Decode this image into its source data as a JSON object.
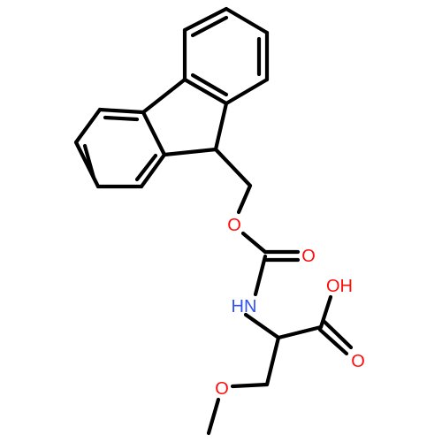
{
  "molecule": {
    "atoms": [
      {
        "id": "O_ester",
        "text": "O",
        "color": "#ff0d0d"
      },
      {
        "id": "O_carbonyl",
        "text": "O",
        "color": "#ff0d0d"
      },
      {
        "id": "NH",
        "text": "HN",
        "color": "#3050f8"
      },
      {
        "id": "OH",
        "text": "OH",
        "color": "#ff0d0d"
      },
      {
        "id": "O_acid_carbonyl",
        "text": "O",
        "color": "#ff0d0d"
      },
      {
        "id": "O_methoxy",
        "text": "O",
        "color": "#ff0d0d"
      }
    ]
  },
  "colors": {
    "bond": "#000000",
    "background": "#ffffff"
  }
}
